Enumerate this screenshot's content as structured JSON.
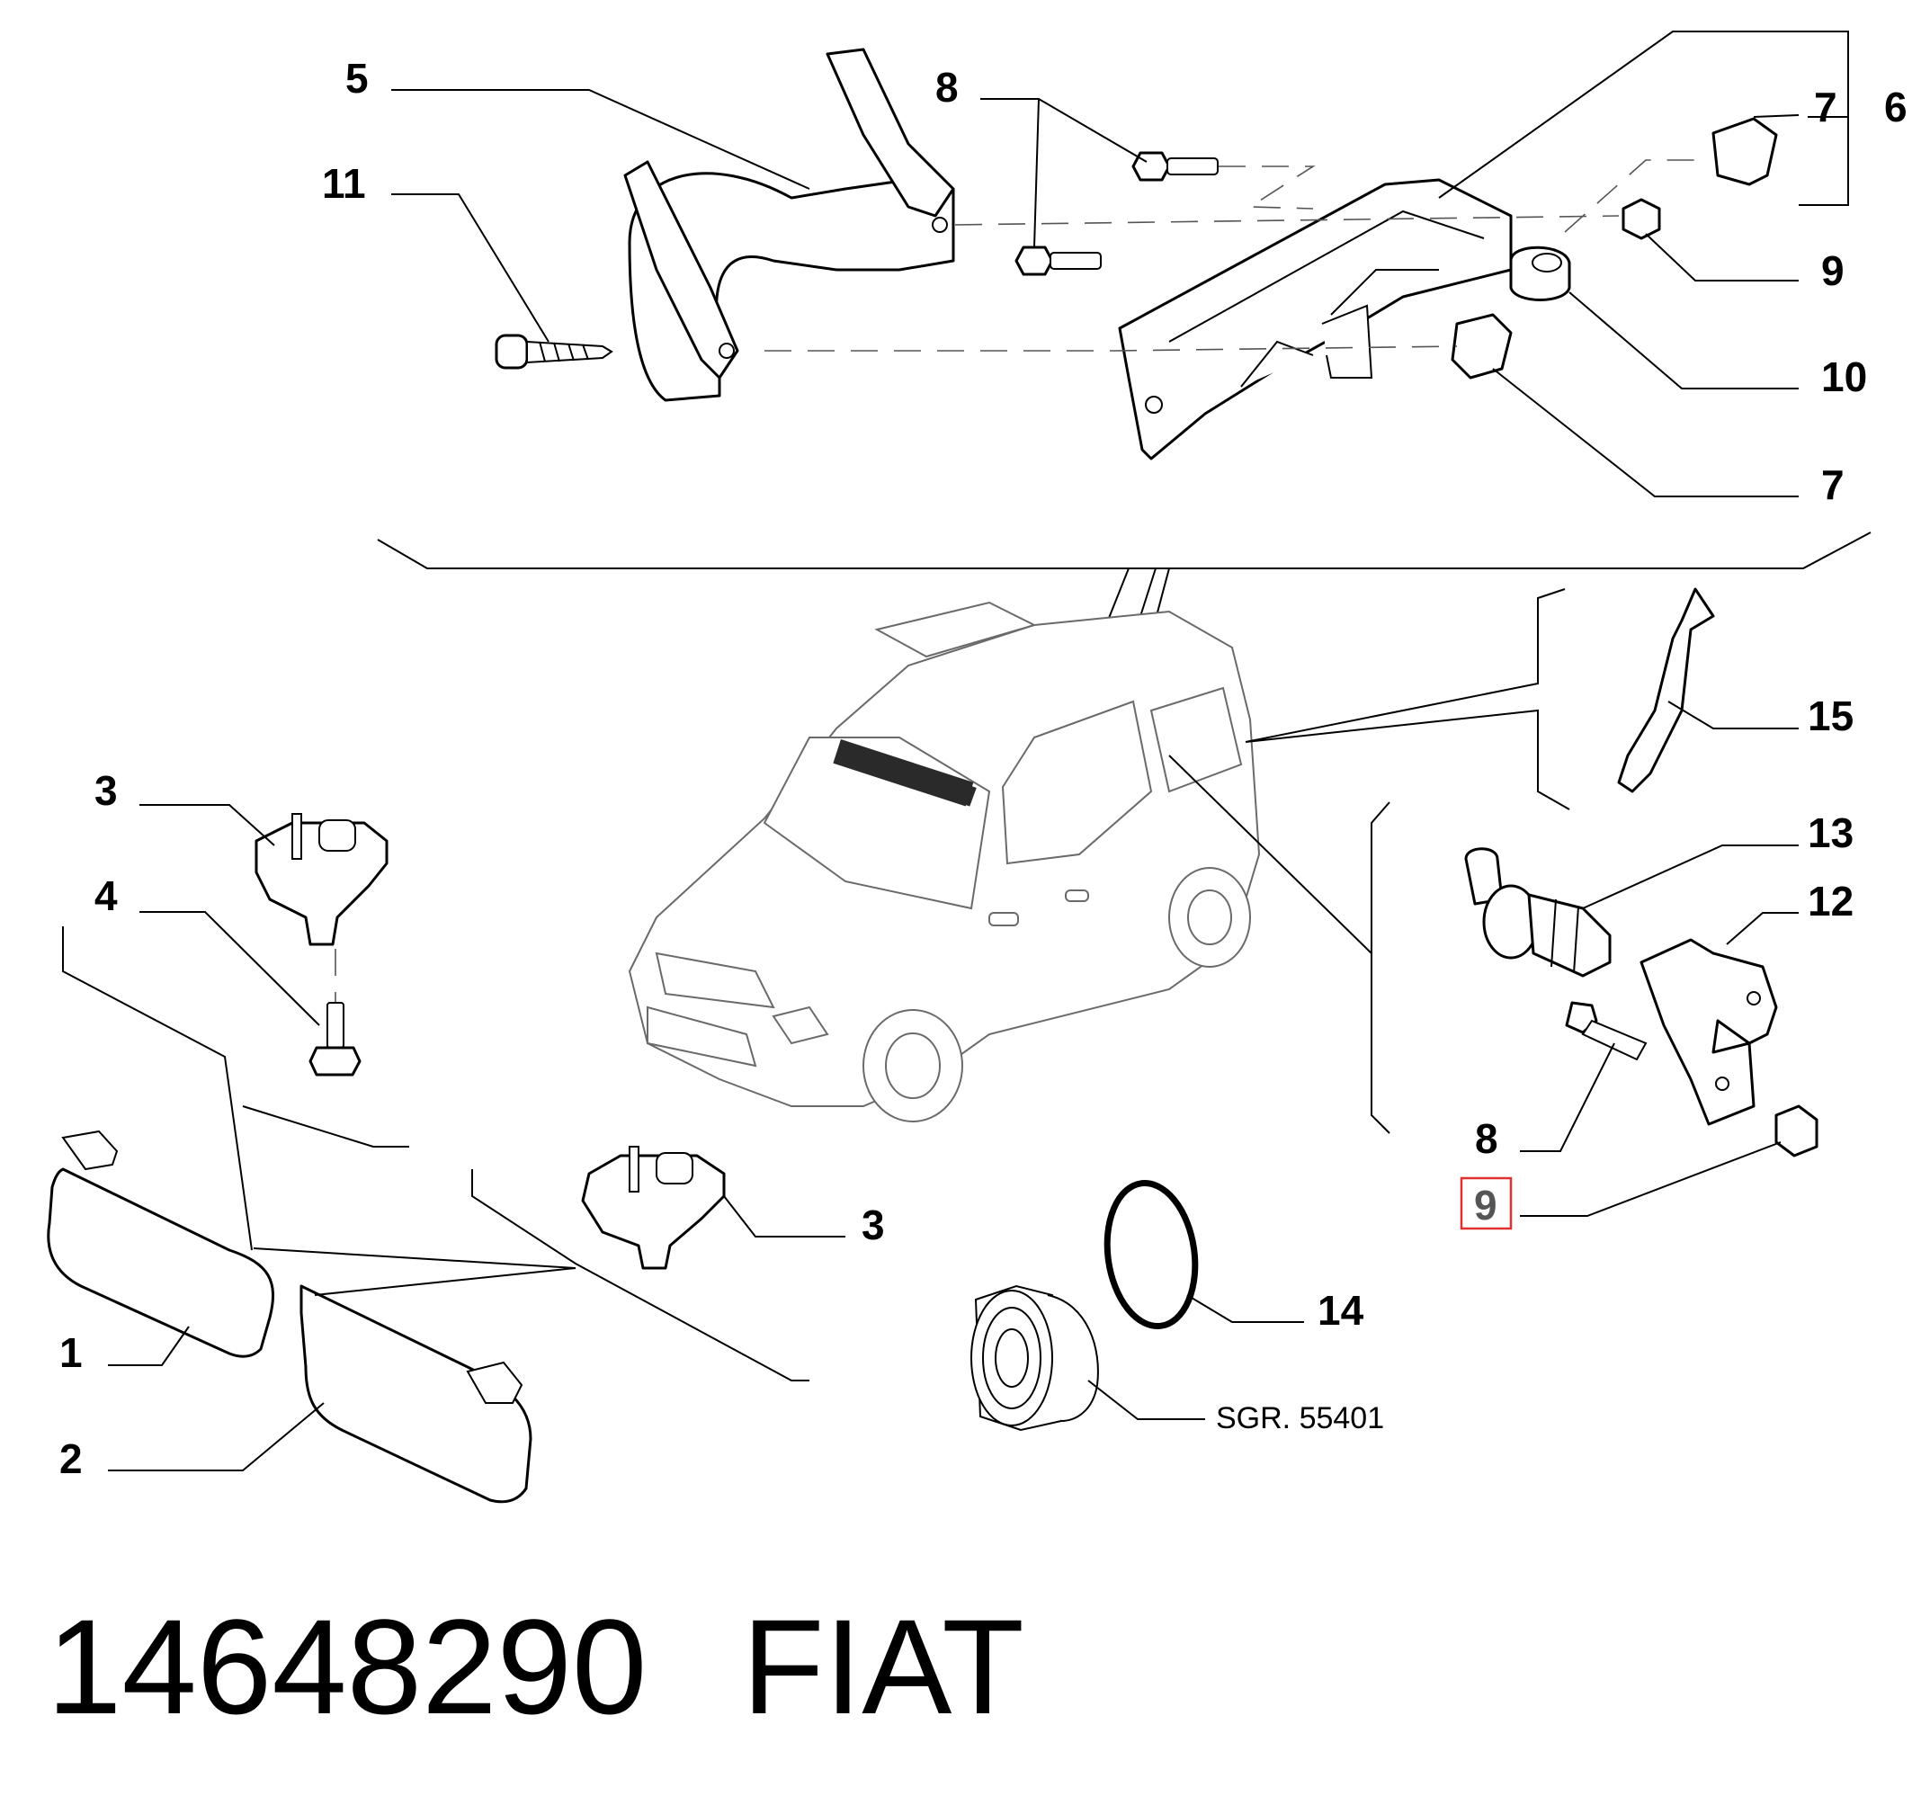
{
  "callouts": {
    "c5": "5",
    "c8a": "8",
    "c11": "11",
    "c7a": "7",
    "c6": "6",
    "c9a": "9",
    "c10": "10",
    "c7b": "7",
    "c15": "15",
    "c3a": "3",
    "c4": "4",
    "c13": "13",
    "c12": "12",
    "c8b": "8",
    "c9b": "9",
    "c3b": "3",
    "c14": "14",
    "c1": "1",
    "c2": "2",
    "ref": "SGR. 55401"
  },
  "highlight": {
    "callout": "9",
    "color": "#e03030"
  },
  "footer": {
    "part_number": "14648290",
    "brand": "FIAT"
  }
}
